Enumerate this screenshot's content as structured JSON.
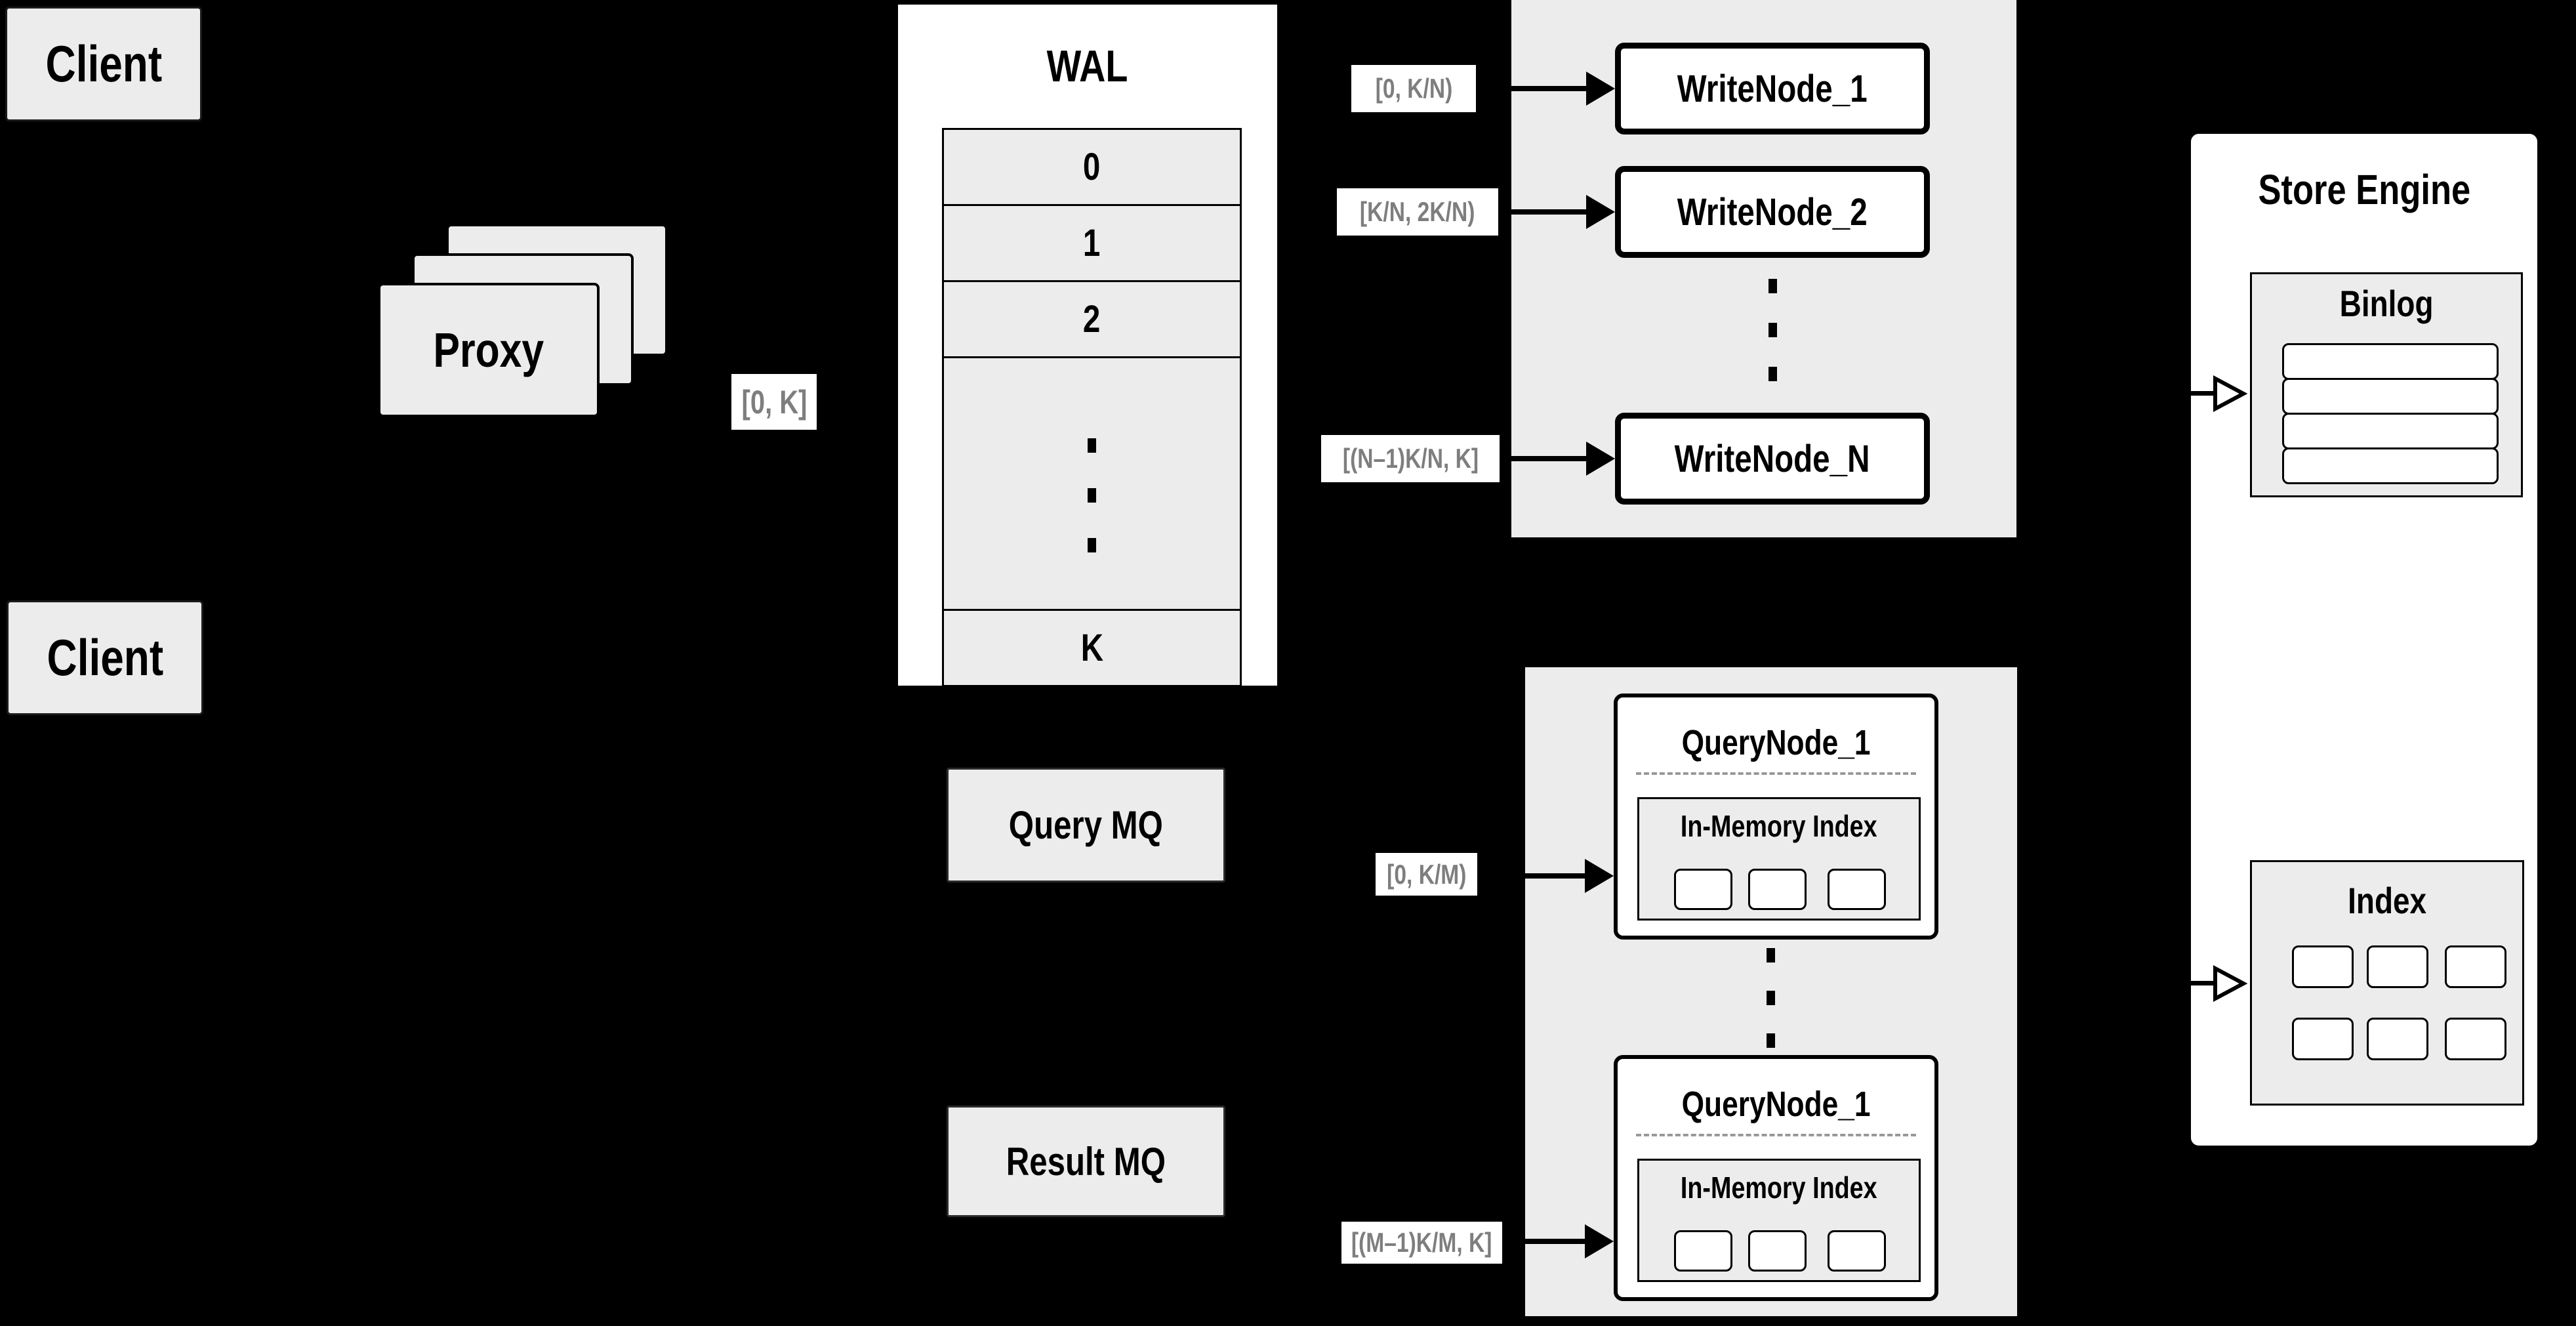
{
  "diagram": {
    "clients": [
      {
        "label": "Client"
      },
      {
        "label": "Client"
      }
    ],
    "proxy": {
      "label": "Proxy",
      "range": "[0, K]"
    },
    "wal": {
      "title": "WAL",
      "segments": [
        "0",
        "1",
        "2"
      ],
      "last_segment": "K"
    },
    "write_group": {
      "nodes": [
        {
          "label": "WriteNode_1",
          "range": "[0, K/N)"
        },
        {
          "label": "WriteNode_2",
          "range": "[K/N, 2K/N)"
        },
        {
          "label": "WriteNode_N",
          "range": "[(N–1)K/N, K]"
        }
      ]
    },
    "mq": {
      "query_label": "Query MQ",
      "result_label": "Result MQ"
    },
    "query_group": {
      "nodes": [
        {
          "label": "QueryNode_1",
          "index_label": "In-Memory Index",
          "range": "[0, K/M)"
        },
        {
          "label": "QueryNode_1",
          "index_label": "In-Memory Index",
          "range": "[(M–1)K/M, K]"
        }
      ]
    },
    "store_engine": {
      "title": "Store Engine",
      "binlog_label": "Binlog",
      "index_label": "Index"
    }
  },
  "colors": {
    "background": "#000000",
    "panel_gray": "#ececec",
    "panel_white": "#ffffff",
    "border": "#000000",
    "chip_text": "#7e7e7e"
  }
}
